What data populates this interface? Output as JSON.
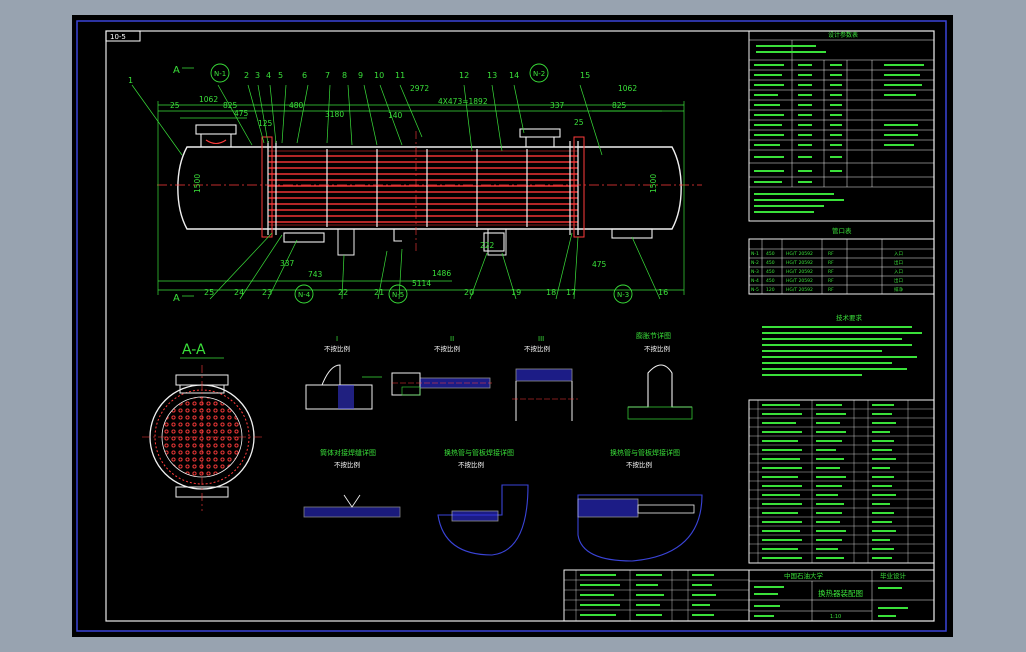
{
  "drawing": {
    "tag": "10-5",
    "section_label": "A-A",
    "view_marker_top": "A",
    "view_marker_bottom": "A",
    "dimensions": {
      "d_1062_left": "1062",
      "d_825_left": "825",
      "d_475_left": "475",
      "d_480": "480",
      "d_2972": "2972",
      "d_4x473": "4X473=1892",
      "d_3180": "3180",
      "d_140": "140",
      "d_337_top": "337",
      "d_1062_right": "1062",
      "d_825_right": "825",
      "d_25_left": "25",
      "d_25_right": "25",
      "d_125": "125",
      "d_337_bottom": "337",
      "d_743": "743",
      "d_1486": "1486",
      "d_5114": "5114",
      "d_475_bottom": "475",
      "d_222": "222",
      "d_1500_left": "1500",
      "d_1500_right": "1500"
    },
    "nozzles": [
      "N-1",
      "N-2",
      "N-3",
      "N-4",
      "N-5"
    ],
    "callouts_top": [
      "1",
      "2",
      "3",
      "4",
      "5",
      "6",
      "7",
      "8",
      "9",
      "10",
      "11",
      "12",
      "13",
      "14",
      "15"
    ],
    "callouts_bottom": [
      "25",
      "24",
      "23",
      "22",
      "21",
      "20",
      "19",
      "18",
      "17",
      "16"
    ],
    "detail_views": [
      {
        "title": "I",
        "subtitle": "不按比例"
      },
      {
        "title": "II",
        "subtitle": "不按比例"
      },
      {
        "title": "III",
        "subtitle": "不按比例"
      },
      {
        "title": "膨胀节详图",
        "subtitle": "不按比例"
      }
    ],
    "weld_details": [
      {
        "title": "筒体对接焊缝详图",
        "subtitle": "不按比例"
      },
      {
        "title": "换热管与管板焊接详图",
        "subtitle": "不按比例"
      },
      {
        "title": "换热管与管板焊接详图",
        "subtitle": "不按比例"
      }
    ]
  },
  "tables": {
    "design_spec_title": "设计参数表",
    "nozzle_table_title": "管口表",
    "nozzle_rows": [
      {
        "mark": "N-1",
        "dn": "450",
        "std": "HG/T 20592",
        "face": "RF",
        "use": "入口"
      },
      {
        "mark": "N-2",
        "dn": "450",
        "std": "HG/T 20592",
        "face": "RF",
        "use": "出口"
      },
      {
        "mark": "N-3",
        "dn": "450",
        "std": "HG/T 20592",
        "face": "RF",
        "use": "入口"
      },
      {
        "mark": "N-4",
        "dn": "450",
        "std": "HG/T 20592",
        "face": "RF",
        "use": "出口"
      },
      {
        "mark": "N-5",
        "dn": "120",
        "std": "HG/T 20592",
        "face": "RF",
        "use": "排净"
      }
    ],
    "tech_req_title": "技术要求",
    "title_block": {
      "school": "中国石油大学",
      "design": "毕业设计",
      "name": "换热器装配图",
      "scale": "1:10"
    }
  }
}
